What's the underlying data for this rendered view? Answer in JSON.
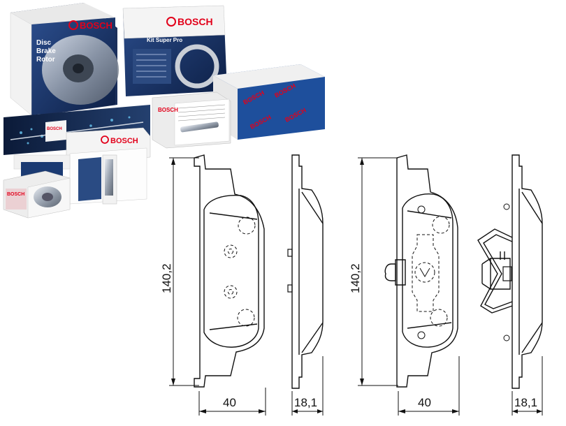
{
  "brand": {
    "name": "BOSCH",
    "red": "#e2001a",
    "blue": "#1e4f9c",
    "box_white": "#f4f4f4"
  },
  "products": {
    "disc_rotor": {
      "line1": "Disc",
      "line2": "Brake",
      "line3": "Rotor"
    },
    "kit_super_pro": {
      "label": "Kit Super Pro"
    }
  },
  "drawing_a": {
    "height_label": "140,2",
    "width_label": "40",
    "thickness_label": "18,1"
  },
  "drawing_b": {
    "height_label": "140,2",
    "width_label": "40",
    "thickness_label": "18,1"
  }
}
